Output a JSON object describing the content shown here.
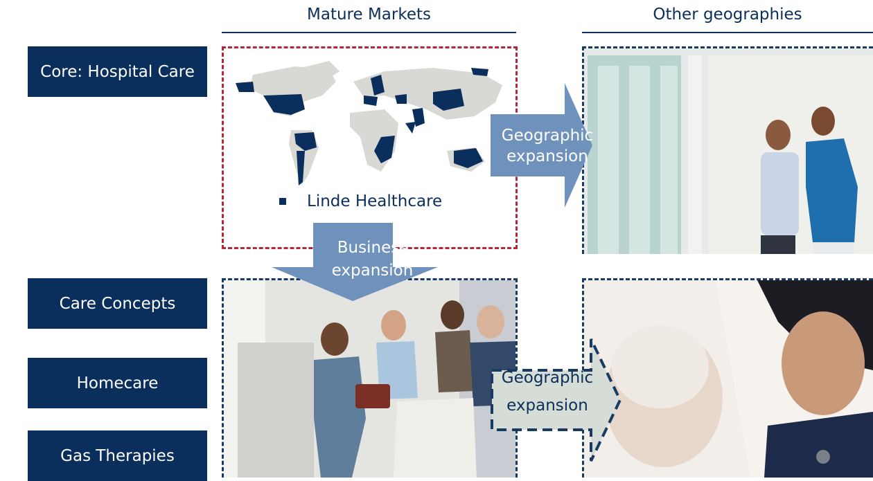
{
  "columns": {
    "mature": "Mature Markets",
    "other": "Other geographies"
  },
  "rows": [
    {
      "label": "Core: Hospital Care"
    },
    {
      "label": "Care Concepts"
    },
    {
      "label": "Homecare"
    },
    {
      "label": "Gas Therapies"
    }
  ],
  "legend": {
    "label": "Linde Healthcare"
  },
  "arrows": {
    "geo_top": {
      "line1": "Geographic",
      "line2": "expansion"
    },
    "business": {
      "line1": "Business",
      "line2": "expansion"
    },
    "geo_bottom": {
      "line1": "Geographic",
      "line2": "expansion"
    }
  },
  "colors": {
    "navy": "#0a2f5c",
    "red_dash": "#b2283a",
    "arrow_fill": "#6f92bd",
    "arrow_fill_light": "#d6ddd6",
    "map_grey": "#d8d8d4"
  }
}
